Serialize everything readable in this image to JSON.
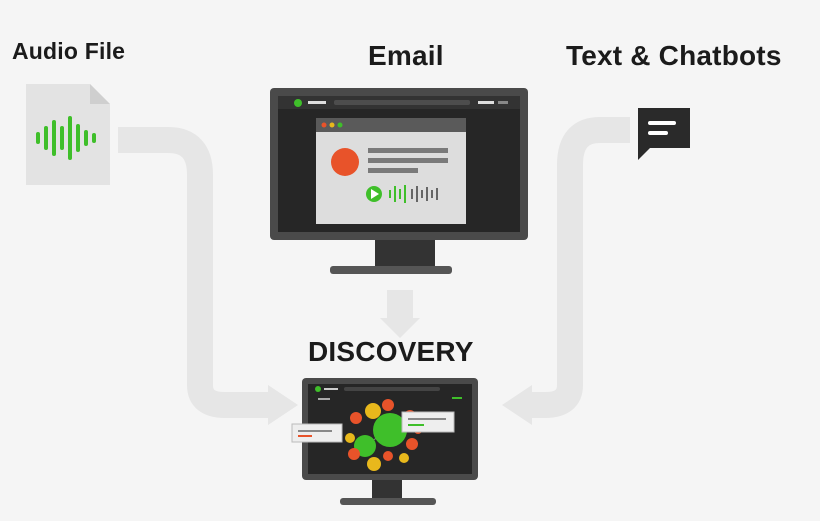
{
  "labels": {
    "audio_file": "Audio File",
    "email": "Email",
    "text_chatbots": "Text & Chatbots",
    "discovery": "DISCOVERY"
  },
  "colors": {
    "background": "#f5f5f5",
    "flow_arrow": "#e6e6e6",
    "monitor_frame": "#4a4a4a",
    "screen": "#2a2a2a",
    "accent_green": "#3fbf2a",
    "accent_orange": "#e8532a",
    "accent_yellow": "#e8b81c"
  },
  "icons": [
    "audio-file-icon",
    "chat-bubble-icon",
    "email-monitor",
    "discovery-monitor",
    "play-icon",
    "waveform-icon"
  ]
}
